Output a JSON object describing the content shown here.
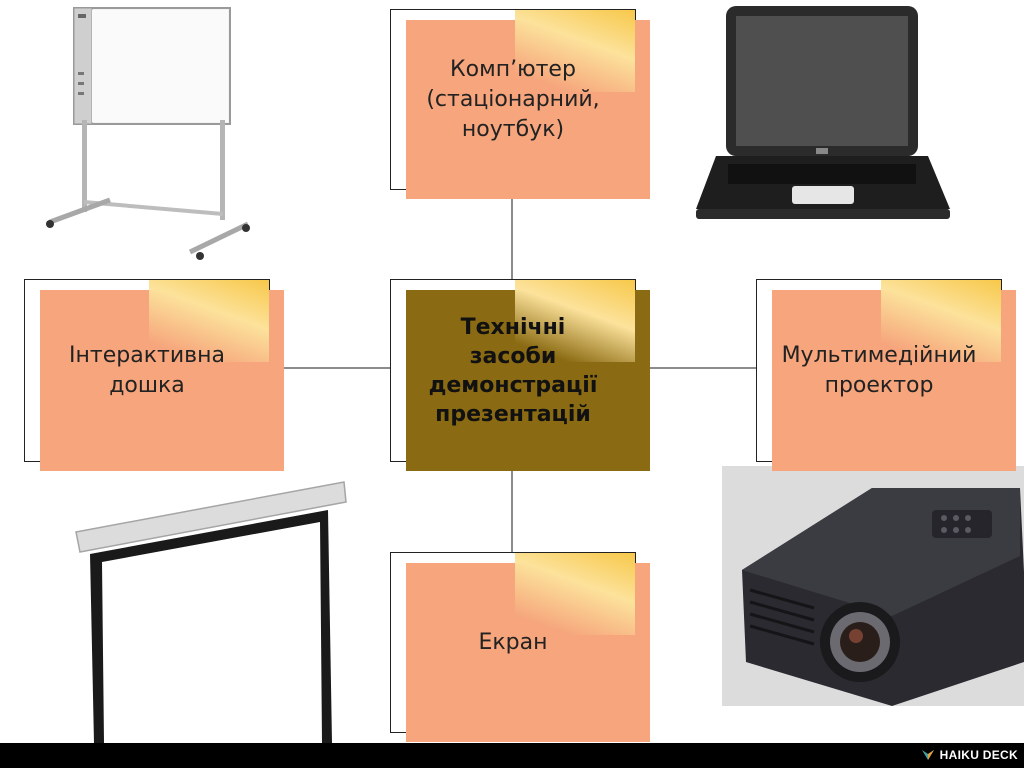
{
  "diagram": {
    "center": {
      "label": "Технічні\nзасоби\nдемонстрації\nпрезентацій"
    },
    "top": {
      "label": "Комп’ютер\n(стаціонарний,\nноутбук)"
    },
    "left": {
      "label": "Інтерактивна\nдошка"
    },
    "right": {
      "label": "Мультимедійний\nпроектор"
    },
    "bottom": {
      "label": "Екран"
    }
  },
  "illustrations": [
    {
      "name": "interactive-whiteboard",
      "icon": "whiteboard-icon"
    },
    {
      "name": "laptop",
      "icon": "laptop-icon"
    },
    {
      "name": "projection-screen",
      "icon": "projection-screen-icon"
    },
    {
      "name": "multimedia-projector",
      "icon": "projector-icon"
    }
  ],
  "footer": {
    "brand": "HAIKU DECK"
  },
  "colors": {
    "box_shadow": "#f6a57c",
    "center_shadow": "#8a6a12",
    "accent_gradient": "#f7c84a",
    "connector": "#8c8c8c",
    "footer_bg": "#000000"
  }
}
